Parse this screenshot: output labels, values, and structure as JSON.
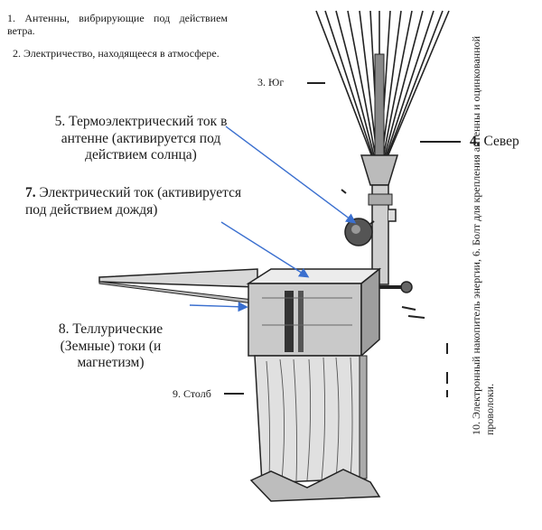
{
  "labels": {
    "l1": "1. Антенны, вибрирующие под действием ветра.",
    "l2": "2. Электричество, находящееся в атмосфере.",
    "l3": "3. Юг",
    "l4_num": "4.",
    "l4_text": " Север",
    "l5": "5. Термоэлектрический ток в антенне (активируется под действием солнца)",
    "l7_num": "7.",
    "l7_text": " Электрический ток (активируется под действием дождя)",
    "l8": "8. Теллурические (Земные) токи (и магнетизм)",
    "l9": "9. Столб",
    "l10_6": "10. Электронный накопитель энергии, 6. Болт для крепления антенны и оцинкованной проволоки."
  },
  "colors": {
    "arrow": "#3a6fcf",
    "ink": "#1a1a1a"
  }
}
